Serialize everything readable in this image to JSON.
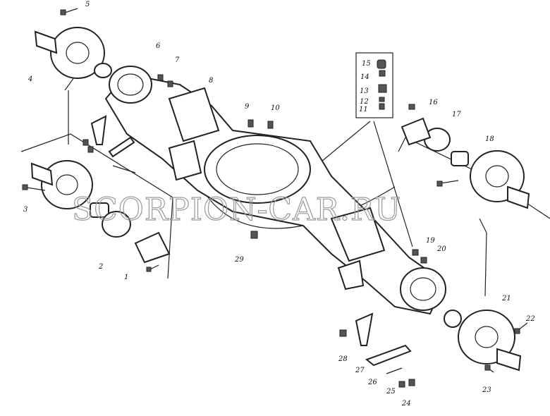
{
  "watermark": "SCORPION-CAR.RU",
  "callouts": [
    "1",
    "2",
    "3",
    "4",
    "5",
    "6",
    "7",
    "8",
    "9",
    "10",
    "11",
    "12",
    "13",
    "14",
    "15",
    "16",
    "17",
    "18",
    "19",
    "20",
    "21",
    "22",
    "23",
    "24",
    "25",
    "26",
    "27",
    "28",
    "29"
  ]
}
